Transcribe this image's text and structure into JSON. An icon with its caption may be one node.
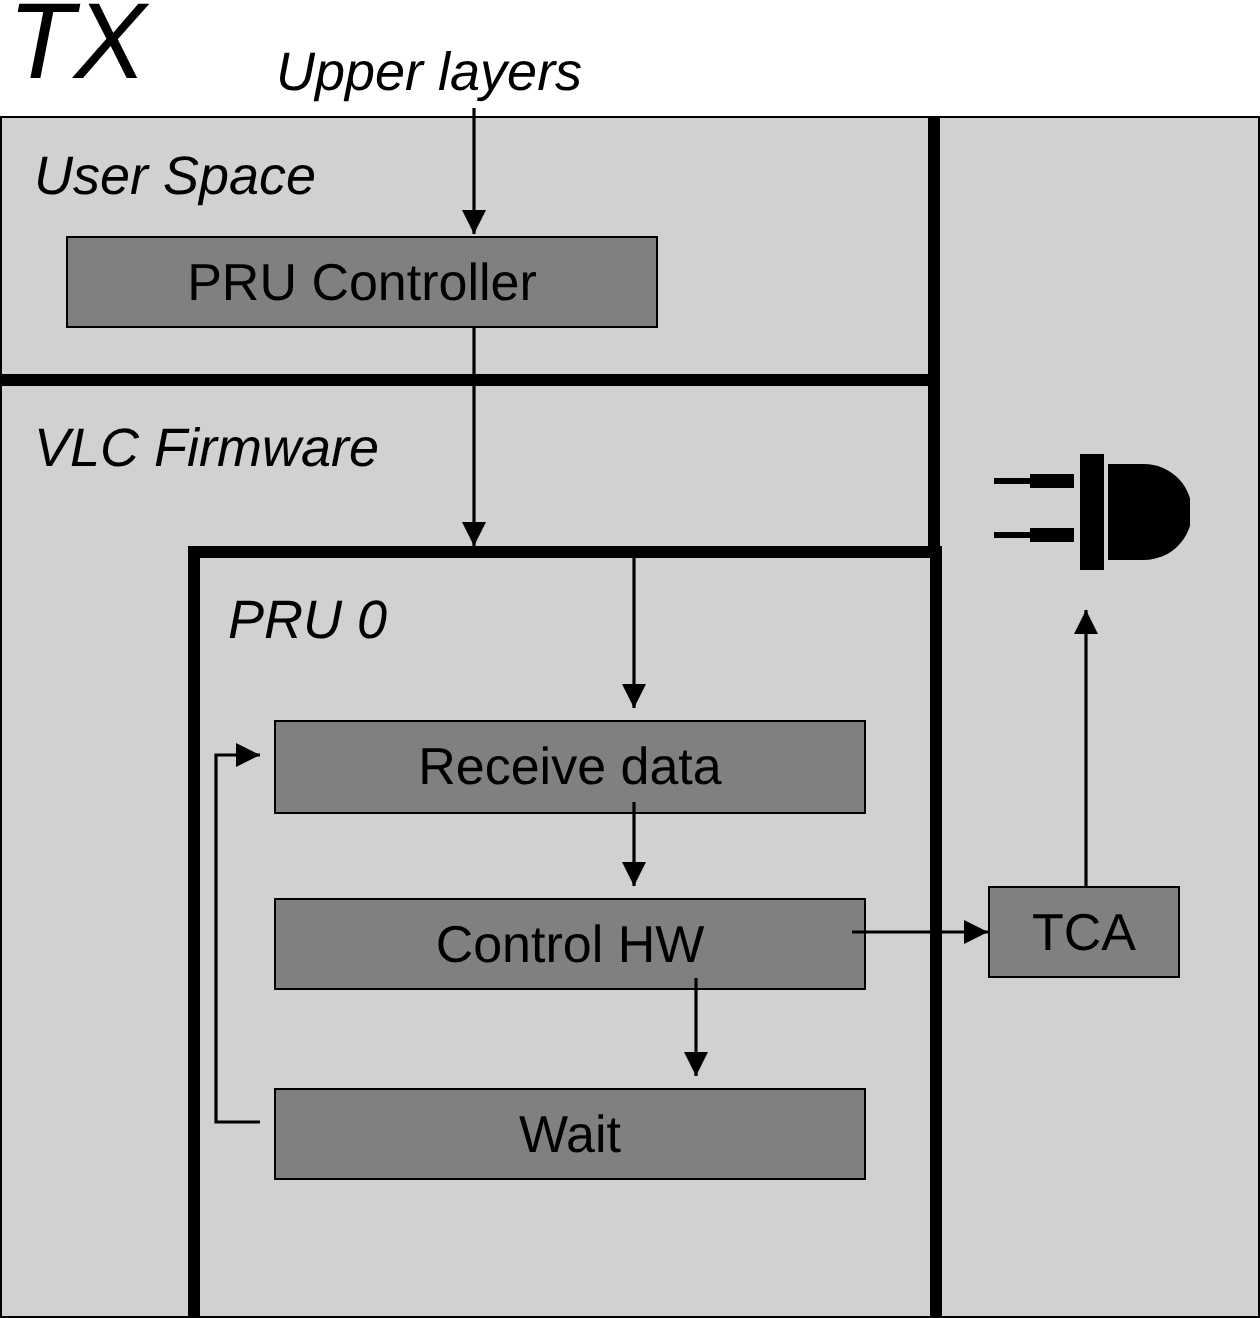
{
  "diagram": {
    "title": "TX",
    "nodes": [
      {
        "text": [
          "Upper layers"
        ]
      },
      {
        "text": [
          "User Space"
        ]
      },
      {
        "text": [
          "PRU Controller"
        ],
        "in": 1
      },
      {
        "text": [
          "VLC Firmware"
        ]
      },
      {
        "text": [
          "PRU 0"
        ],
        "in": 3
      },
      {
        "text": [
          "Receive data"
        ],
        "in": 4
      },
      {
        "text": [
          "Control HW"
        ],
        "in": 4
      },
      {
        "text": [
          "Wait"
        ],
        "in": 4
      },
      {
        "text": [
          "TCA"
        ]
      },
      {
        "text": [],
        "shape": "led"
      }
    ],
    "edges": [
      {
        "from": 0,
        "to": 2,
        "arrow": "to"
      },
      {
        "from": 2,
        "to": 4,
        "arrow": "to"
      },
      {
        "from": 4,
        "to": 5,
        "arrow": "to"
      },
      {
        "from": 5,
        "to": 6,
        "arrow": "to"
      },
      {
        "from": 6,
        "to": 7,
        "arrow": "to"
      },
      {
        "from": 7,
        "to": 5,
        "arrow": "to"
      },
      {
        "from": 6,
        "to": 8,
        "arrow": "to"
      },
      {
        "from": 8,
        "to": 9,
        "arrow": "to"
      }
    ]
  }
}
